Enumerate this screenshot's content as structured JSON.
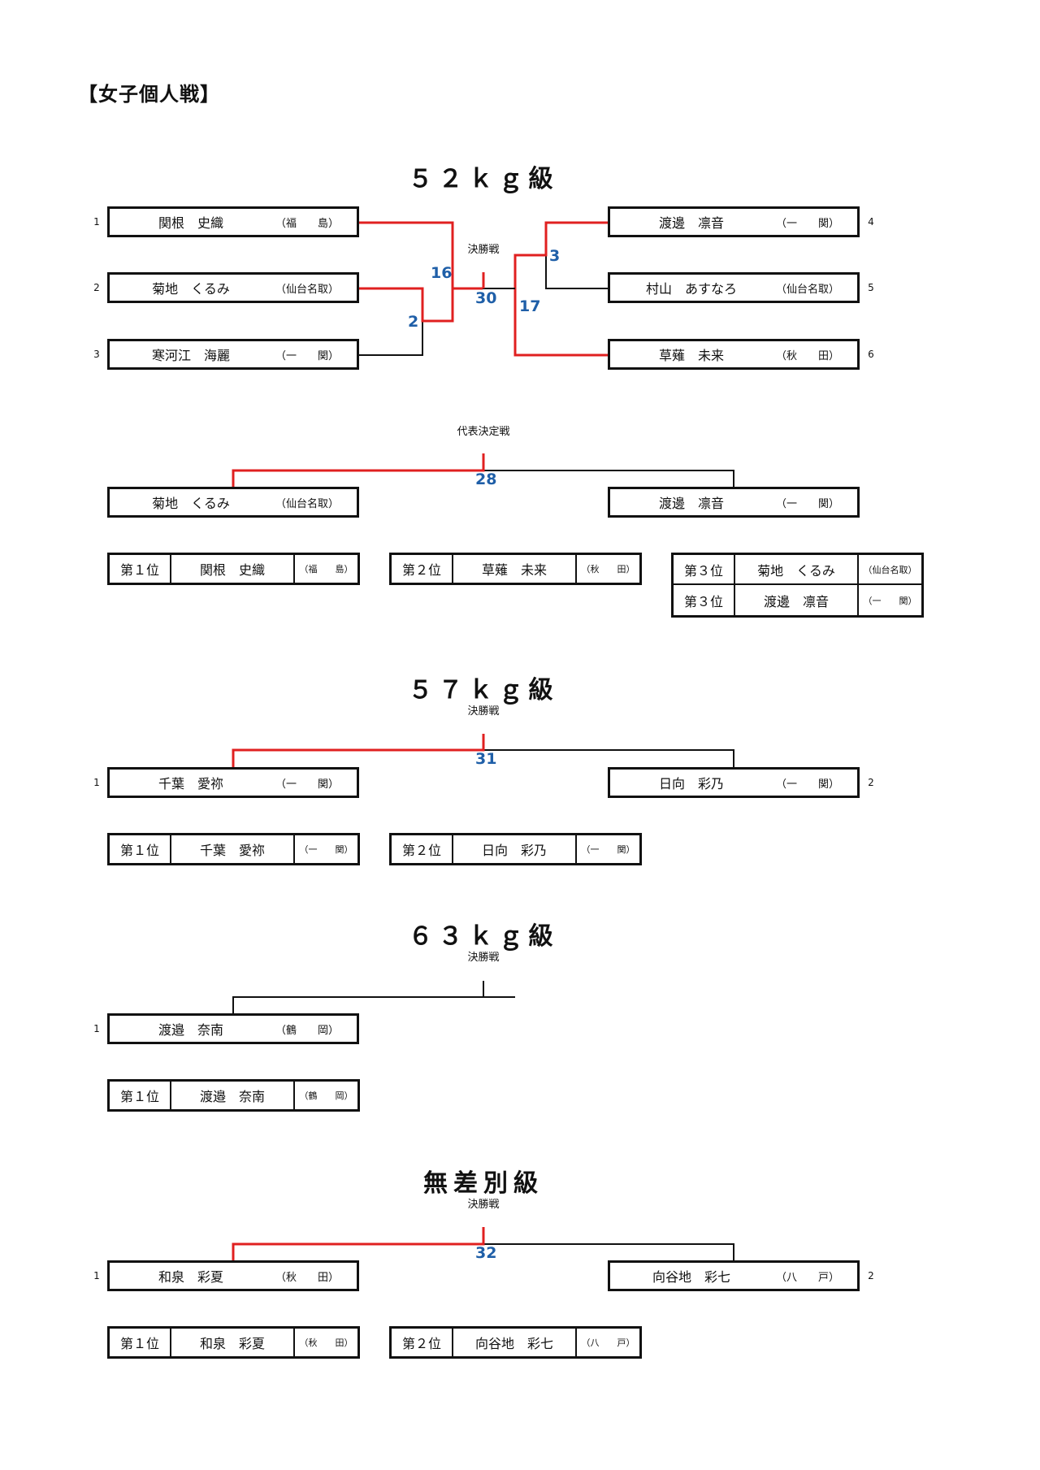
{
  "page_title": "【女子個人戦】",
  "c52": {
    "title": "５２ｋｇ級",
    "final_caption": "決勝戦",
    "rep_caption": "代表決定戦",
    "entries": [
      {
        "no": "1",
        "name": "関根　史織",
        "team": "（福　　島）"
      },
      {
        "no": "2",
        "name": "菊地　くるみ",
        "team": "（仙台名取）"
      },
      {
        "no": "3",
        "name": "寒河江　海麗",
        "team": "（一　　関）"
      },
      {
        "no": "4",
        "name": "渡邊　凛音",
        "team": "（一　　関）"
      },
      {
        "no": "5",
        "name": "村山　あすなろ",
        "team": "（仙台名取）"
      },
      {
        "no": "6",
        "name": "草薙　未来",
        "team": "（秋　　田）"
      }
    ],
    "scores": {
      "m2": "2",
      "m16": "16",
      "m30": "30",
      "m17": "17",
      "m3": "3",
      "m28": "28"
    },
    "rep": [
      {
        "name": "菊地　くるみ",
        "team": "（仙台名取）"
      },
      {
        "name": "渡邊　凛音",
        "team": "（一　　関）"
      }
    ],
    "results": [
      {
        "rank": "第１位",
        "name": "関根　史織",
        "team": "（福　　島）"
      },
      {
        "rank": "第２位",
        "name": "草薙　未来",
        "team": "（秋　　田）"
      },
      {
        "rank": "第３位",
        "name": "菊地　くるみ",
        "team": "（仙台名取）"
      },
      {
        "rank": "第３位",
        "name": "渡邊　凛音",
        "team": "（一　　関）"
      }
    ]
  },
  "c57": {
    "title": "５７ｋｇ級",
    "final_caption": "決勝戦",
    "score": "31",
    "entries": [
      {
        "no": "1",
        "name": "千葉　愛祢",
        "team": "（一　　関）"
      },
      {
        "no": "2",
        "name": "日向　彩乃",
        "team": "（一　　関）"
      }
    ],
    "results": [
      {
        "rank": "第１位",
        "name": "千葉　愛祢",
        "team": "（一　　関）"
      },
      {
        "rank": "第２位",
        "name": "日向　彩乃",
        "team": "（一　　関）"
      }
    ]
  },
  "c63": {
    "title": "６３ｋｇ級",
    "final_caption": "決勝戦",
    "entries": [
      {
        "no": "1",
        "name": "渡邉　奈南",
        "team": "（鶴　　岡）"
      }
    ],
    "results": [
      {
        "rank": "第１位",
        "name": "渡邉　奈南",
        "team": "（鶴　　岡）"
      }
    ]
  },
  "cOpen": {
    "title": "無差別級",
    "final_caption": "決勝戦",
    "score": "32",
    "entries": [
      {
        "no": "1",
        "name": "和泉　彩夏",
        "team": "（秋　　田）"
      },
      {
        "no": "2",
        "name": "向谷地　彩七",
        "team": "（八　　戸）"
      }
    ],
    "results": [
      {
        "rank": "第１位",
        "name": "和泉　彩夏",
        "team": "（秋　　田）"
      },
      {
        "rank": "第２位",
        "name": "向谷地　彩七",
        "team": "（八　　戸）"
      }
    ]
  },
  "colors": {
    "win": "#e02020",
    "line": "#111111",
    "score": "#1f5fa8"
  }
}
